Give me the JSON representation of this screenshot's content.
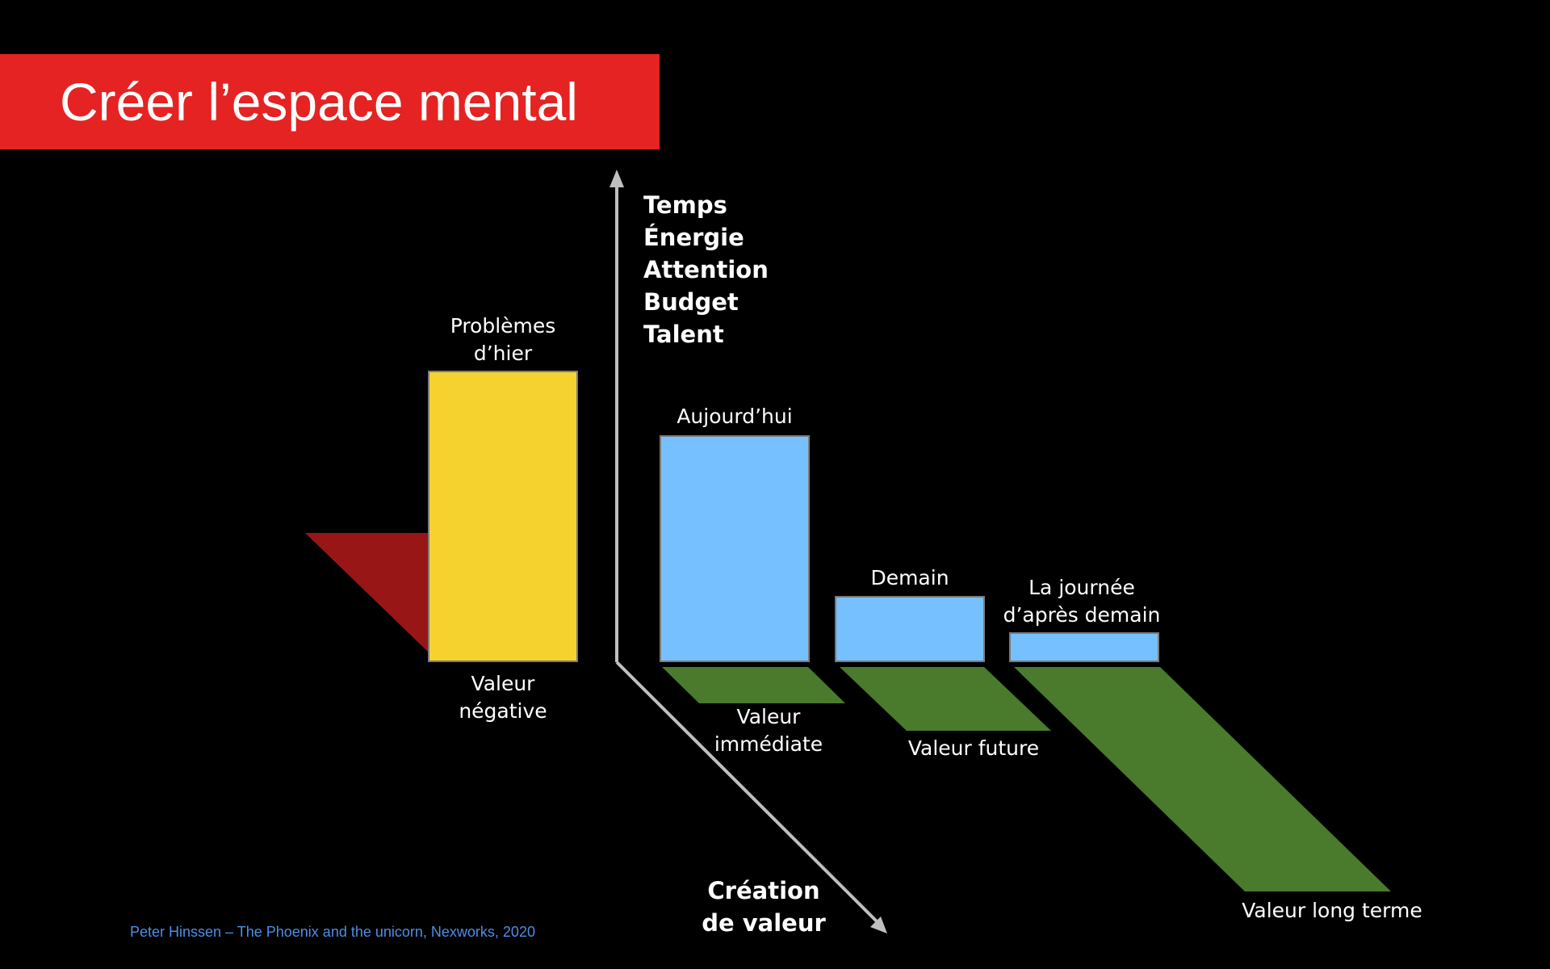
{
  "slide": {
    "title": "Créer l’espace mental",
    "citation": "Peter Hinssen – The Phoenix and the unicorn, Nexworks, 2020"
  },
  "axes": {
    "vertical_labels": [
      "Temps",
      "Énergie",
      "Attention",
      "Budget",
      "Talent"
    ],
    "diagonal_label_line1": "Création",
    "diagonal_label_line2": "de valeur"
  },
  "labels": {
    "problemes_line1": "Problèmes",
    "problemes_line2": "d’hier",
    "valeur_negative_line1": "Valeur",
    "valeur_negative_line2": "négative",
    "aujourdhui": "Aujourd’hui",
    "valeur_immediate_line1": "Valeur",
    "valeur_immediate_line2": "immédiate",
    "demain": "Demain",
    "valeur_future": "Valeur future",
    "journee_line1": "La journée",
    "journee_line2": "d’après demain",
    "valeur_long_terme": "Valeur long terme"
  },
  "colors": {
    "title_bg": "#e52322",
    "yellow": "#f6d22e",
    "blue": "#77c0ff",
    "green": "#4a7a2c",
    "dark_red": "#991616",
    "axis": "#bfbfbf",
    "citation": "#4e8ee6"
  }
}
